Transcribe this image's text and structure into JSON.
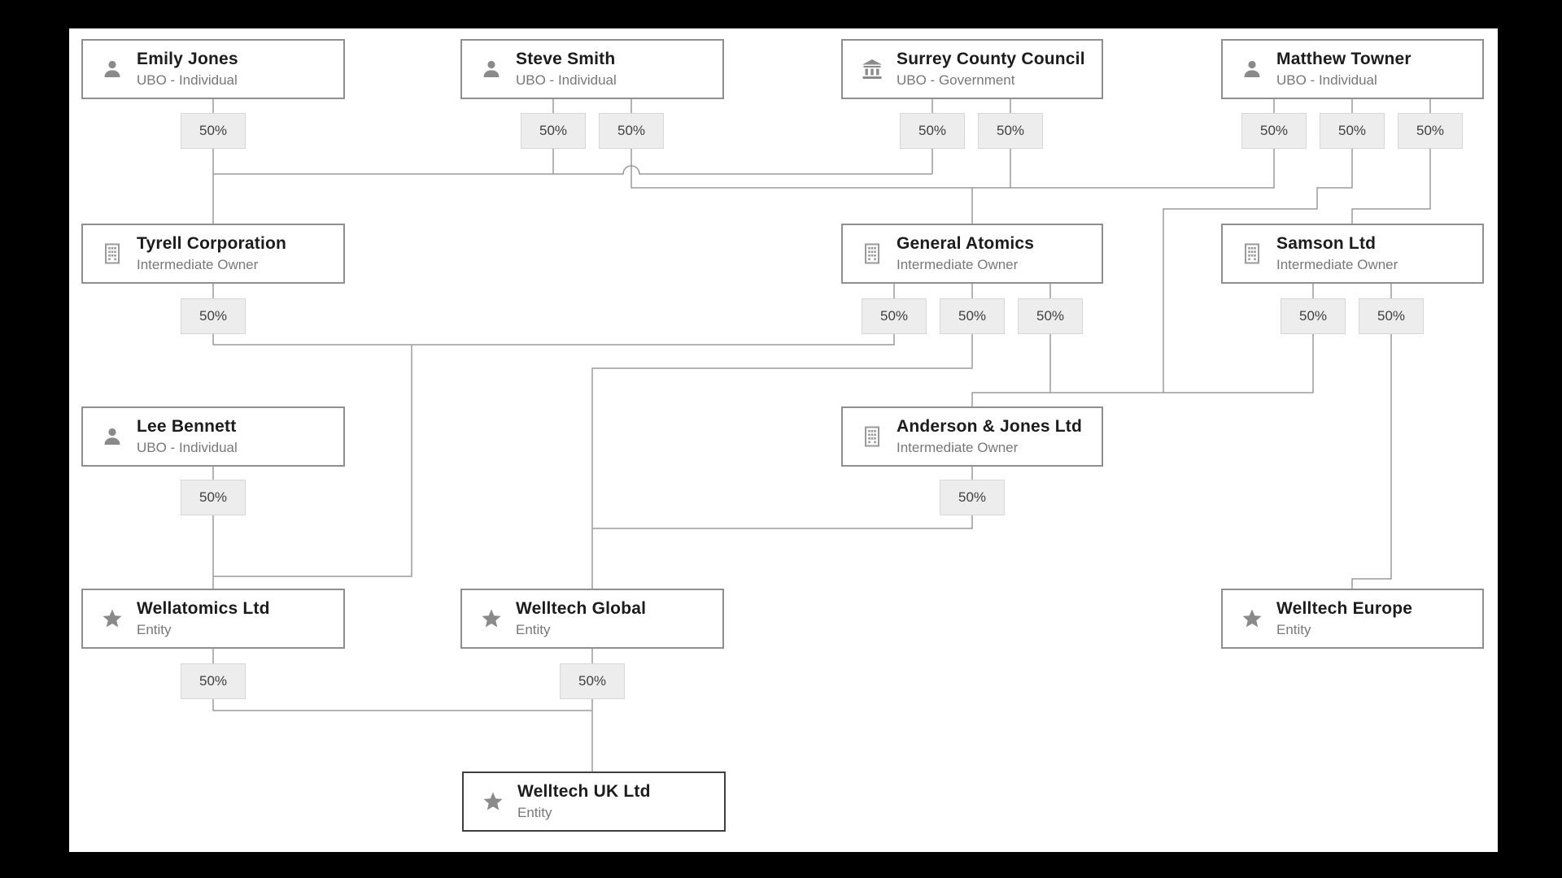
{
  "diagram": {
    "type": "ownership-structure-chart",
    "colors": {
      "background": "#000000",
      "canvas": "#ffffff",
      "node_border": "#8f8f8f",
      "root_node_border": "#3f3f3f",
      "connector": "#9b9b9b",
      "chip_background": "#ededed",
      "chip_border": "#d7d7d7",
      "title_text": "#1c1c1c",
      "subtitle_text": "#787878",
      "icon": "#8a8a8a"
    },
    "nodes": [
      {
        "id": "emily-jones",
        "name": "Emily Jones",
        "subtitle": "UBO - Individual",
        "icon": "person-icon"
      },
      {
        "id": "steve-smith",
        "name": "Steve Smith",
        "subtitle": "UBO - Individual",
        "icon": "person-icon"
      },
      {
        "id": "surrey-county-council",
        "name": "Surrey County Council",
        "subtitle": "UBO - Government",
        "icon": "bank-icon"
      },
      {
        "id": "matthew-towner",
        "name": "Matthew Towner",
        "subtitle": "UBO - Individual",
        "icon": "person-icon"
      },
      {
        "id": "tyrell-corporation",
        "name": "Tyrell Corporation",
        "subtitle": "Intermediate Owner",
        "icon": "building-icon"
      },
      {
        "id": "general-atomics",
        "name": "General Atomics",
        "subtitle": "Intermediate Owner",
        "icon": "building-icon"
      },
      {
        "id": "samson-ltd",
        "name": "Samson Ltd",
        "subtitle": "Intermediate Owner",
        "icon": "building-icon"
      },
      {
        "id": "lee-bennett",
        "name": "Lee Bennett",
        "subtitle": "UBO - Individual",
        "icon": "person-icon"
      },
      {
        "id": "anderson-jones-ltd",
        "name": "Anderson & Jones Ltd",
        "subtitle": "Intermediate Owner",
        "icon": "building-icon"
      },
      {
        "id": "wellatomics-ltd",
        "name": "Wellatomics Ltd",
        "subtitle": "Entity",
        "icon": "star-icon"
      },
      {
        "id": "welltech-global",
        "name": "Welltech Global",
        "subtitle": "Entity",
        "icon": "star-icon"
      },
      {
        "id": "welltech-europe",
        "name": "Welltech Europe",
        "subtitle": "Entity",
        "icon": "star-icon"
      },
      {
        "id": "welltech-uk-ltd",
        "name": "Welltech UK Ltd",
        "subtitle": "Entity",
        "icon": "star-icon"
      }
    ],
    "edges": [
      {
        "from": "emily-jones",
        "to": "tyrell-corporation",
        "label": "50%"
      },
      {
        "from": "steve-smith",
        "to": "tyrell-corporation",
        "label": "50%"
      },
      {
        "from": "steve-smith",
        "to": "general-atomics",
        "label": "50%"
      },
      {
        "from": "surrey-county-council",
        "to": "tyrell-corporation",
        "label": "50%"
      },
      {
        "from": "surrey-county-council",
        "to": "general-atomics",
        "label": "50%"
      },
      {
        "from": "matthew-towner",
        "to": "general-atomics",
        "label": "50%"
      },
      {
        "from": "matthew-towner",
        "to": "anderson-jones-ltd",
        "label": "50%"
      },
      {
        "from": "matthew-towner",
        "to": "samson-ltd",
        "label": "50%"
      },
      {
        "from": "tyrell-corporation",
        "to": "wellatomics-ltd",
        "label": "50%"
      },
      {
        "from": "general-atomics",
        "to": "wellatomics-ltd",
        "label": "50%"
      },
      {
        "from": "general-atomics",
        "to": "welltech-global",
        "label": "50%"
      },
      {
        "from": "general-atomics",
        "to": "anderson-jones-ltd",
        "label": "50%"
      },
      {
        "from": "samson-ltd",
        "to": "anderson-jones-ltd",
        "label": "50%"
      },
      {
        "from": "samson-ltd",
        "to": "welltech-europe",
        "label": "50%"
      },
      {
        "from": "lee-bennett",
        "to": "wellatomics-ltd",
        "label": "50%"
      },
      {
        "from": "anderson-jones-ltd",
        "to": "welltech-global",
        "label": "50%"
      },
      {
        "from": "wellatomics-ltd",
        "to": "welltech-uk-ltd",
        "label": "50%"
      },
      {
        "from": "welltech-global",
        "to": "welltech-uk-ltd",
        "label": "50%"
      }
    ]
  }
}
